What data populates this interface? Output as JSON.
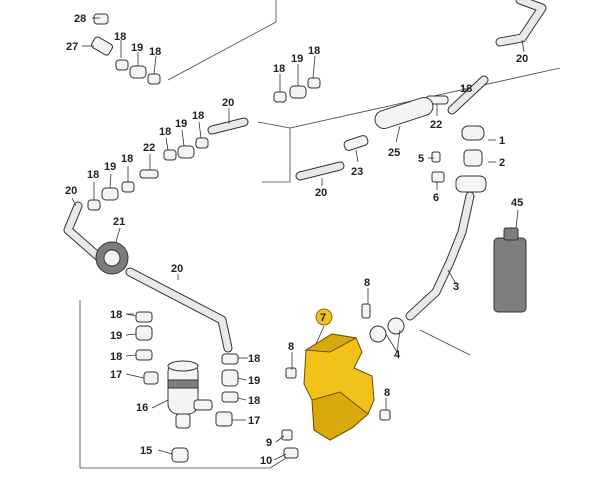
{
  "callouts": [
    {
      "text": "28"
    },
    {
      "text": "27"
    },
    {
      "text": "18"
    },
    {
      "text": "19"
    },
    {
      "text": "18"
    },
    {
      "text": "18"
    },
    {
      "text": "19"
    },
    {
      "text": "18"
    },
    {
      "text": "20"
    },
    {
      "text": "20"
    },
    {
      "text": "22"
    },
    {
      "text": "18"
    },
    {
      "text": "1"
    },
    {
      "text": "2"
    },
    {
      "text": "5"
    },
    {
      "text": "25"
    },
    {
      "text": "23"
    },
    {
      "text": "20"
    },
    {
      "text": "6"
    },
    {
      "text": "45"
    },
    {
      "text": "20"
    },
    {
      "text": "18"
    },
    {
      "text": "19"
    },
    {
      "text": "18"
    },
    {
      "text": "22"
    },
    {
      "text": "18"
    },
    {
      "text": "19"
    },
    {
      "text": "18"
    },
    {
      "text": "21"
    },
    {
      "text": "20"
    },
    {
      "text": "3"
    },
    {
      "text": "8"
    },
    {
      "text": "7"
    },
    {
      "text": "4"
    },
    {
      "text": "18"
    },
    {
      "text": "19"
    },
    {
      "text": "18"
    },
    {
      "text": "17"
    },
    {
      "text": "16"
    },
    {
      "text": "18"
    },
    {
      "text": "19"
    },
    {
      "text": "18"
    },
    {
      "text": "17"
    },
    {
      "text": "8"
    },
    {
      "text": "8"
    },
    {
      "text": "9"
    },
    {
      "text": "10"
    },
    {
      "text": "15"
    }
  ],
  "colors": {
    "highlight": "#f2c21a",
    "callout_badge": "#f2c21a",
    "line": "#333333"
  }
}
